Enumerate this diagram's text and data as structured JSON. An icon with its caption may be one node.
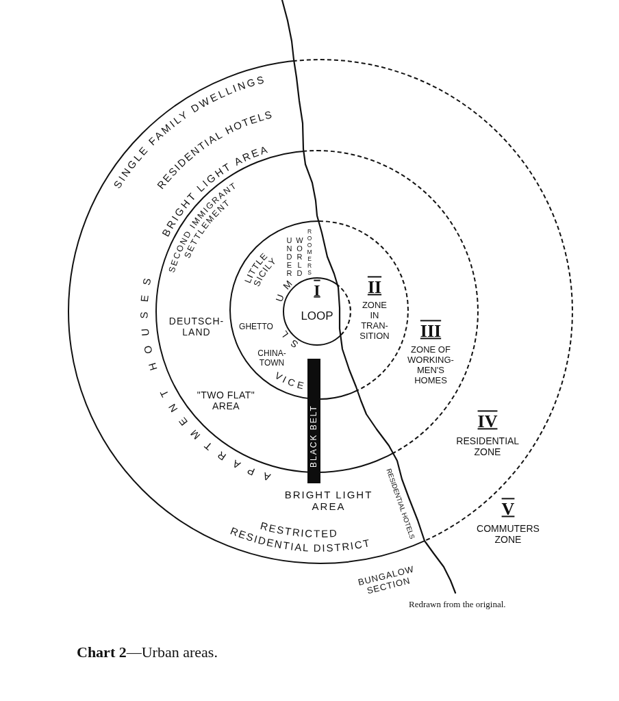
{
  "diagram": {
    "caption": "**Chart 2**—Urban areas.",
    "nodes": [
      {
        "text": [
          "IV",
          "RESIDENTIAL ZONE",
          "SINGLE FAMILY DWELLINGS",
          "RESIDENTIAL HOTELS",
          "BRIGHT LIGHT AREA",
          "RESTRICTED RESIDENTIAL DISTRICT",
          "RESIDENTIAL HOTELS"
        ]
      },
      {
        "text": [
          "III",
          "ZONE OF WORKING- MEN'S HOMES",
          "BRIGHT LIGHT AREA",
          "SECOND IMMIGRANT SETTLEMENT",
          "APARTMENT HOUSES",
          "DEUTSCH- LAND",
          "\"TWO FLAT\" AREA"
        ],
        "in": 0
      },
      {
        "text": [
          "II",
          "ZONE IN TRAN- SITION",
          "LITTLE SICILY",
          "UNDER WORLD",
          "ROOMERS",
          "GHETTO",
          "CHINA- TOWN",
          "VICE"
        ],
        "in": 1
      },
      {
        "text": [
          "SLUM",
          "I",
          "LOOP"
        ],
        "in": 2
      },
      {
        "text": [
          "BLACK BELT"
        ],
        "in": 0
      }
    ],
    "labels": [
      "V",
      "COMMUTERS ZONE",
      "BUNGALOW SECTION",
      "Redrawn from the original."
    ]
  }
}
